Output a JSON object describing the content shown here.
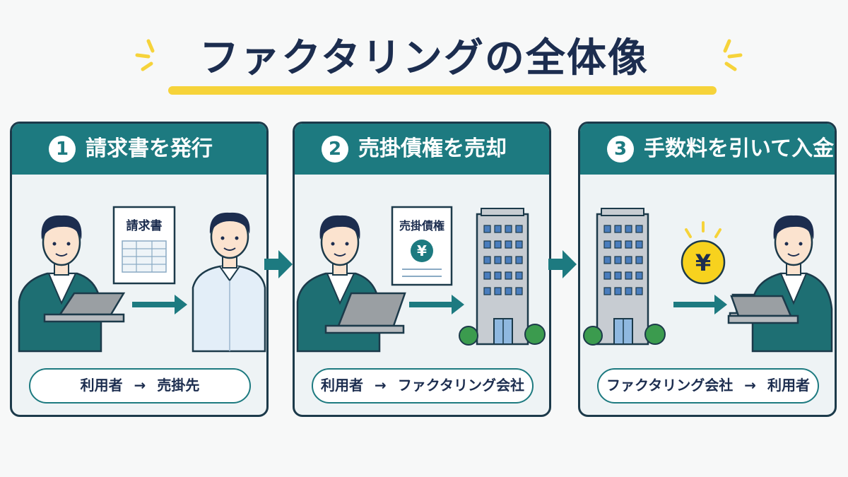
{
  "title": "ファクタリングの全体像",
  "colors": {
    "teal": "#1d7a80",
    "navy": "#1c2d4f",
    "yellow": "#f6d33a",
    "coin": "#f7d21e"
  },
  "steps": [
    {
      "number": "1",
      "title": "請求書を発行",
      "document_label": "請求書",
      "flow": {
        "from": "利用者",
        "arrow": "→",
        "to": "売掛先"
      }
    },
    {
      "number": "2",
      "title": "売掛債権を売却",
      "document_label": "売掛債権",
      "document_symbol": "¥",
      "flow": {
        "from": "利用者",
        "arrow": "→",
        "to": "ファクタリング会社"
      }
    },
    {
      "number": "3",
      "title": "手数料を引いて入金",
      "coin_symbol": "¥",
      "flow": {
        "from": "ファクタリング会社",
        "arrow": "→",
        "to": "利用者"
      }
    }
  ]
}
